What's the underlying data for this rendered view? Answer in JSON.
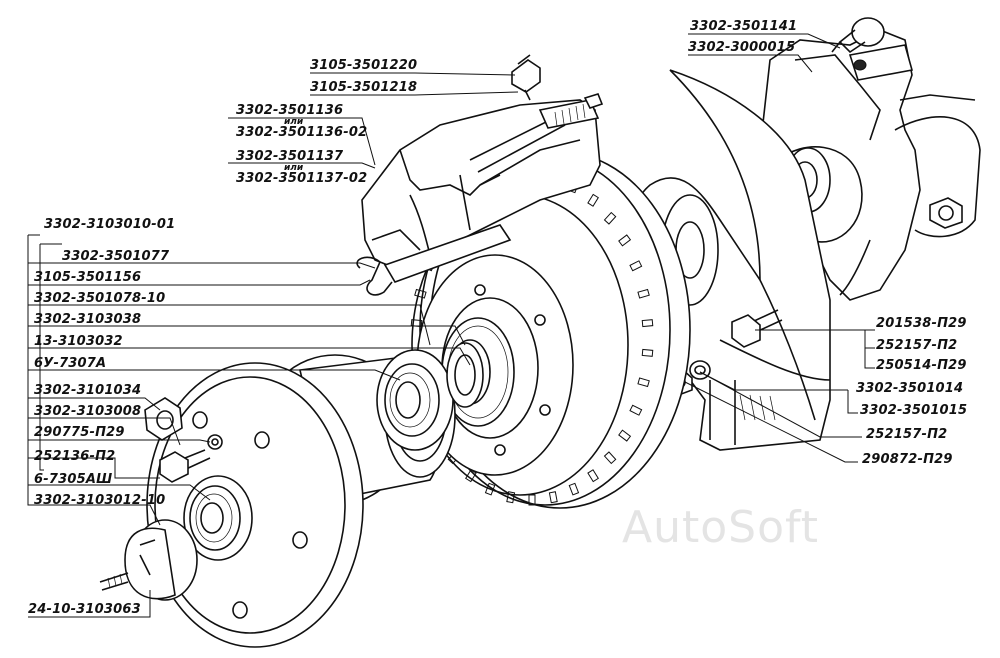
{
  "watermark": "AutoSoft",
  "connector_word": "или",
  "labels": {
    "l3302_3501141": "3302-3501141",
    "l3302_3000015": "3302-3000015",
    "l3105_3501220": "3105-3501220",
    "l3105_3501218": "3105-3501218",
    "l3302_3501136": "3302-3501136",
    "l3302_3501136_02": "3302-3501136-02",
    "l3302_3501137": "3302-3501137",
    "l3302_3501137_02": "3302-3501137-02",
    "l3302_3103010_01": "3302-3103010-01",
    "l3302_3501077": "3302-3501077",
    "l3105_3501156": "3105-3501156",
    "l3302_3501078_10": "3302-3501078-10",
    "l3302_3103038": "3302-3103038",
    "l13_3103032": "13-3103032",
    "l6u_7307a": "6У-7307А",
    "l3302_3101034": "3302-3101034",
    "l3302_3103008": "3302-3103008",
    "l290775_p29": "290775-П29",
    "l252136_p2": "252136-П2",
    "l6_7305ash": "6-7305АШ",
    "l3302_3103012_10": "3302-3103012-10",
    "l24_10_3103063": "24-10-3103063",
    "l201538_p29": "201538-П29",
    "l252157_p2_a": "252157-П2",
    "l250514_p29": "250514-П29",
    "l3302_3501014": "3302-3501014",
    "l3302_3501015": "3302-3501015",
    "l252157_p2_b": "252157-П2",
    "l290872_p29": "290872-П29"
  }
}
